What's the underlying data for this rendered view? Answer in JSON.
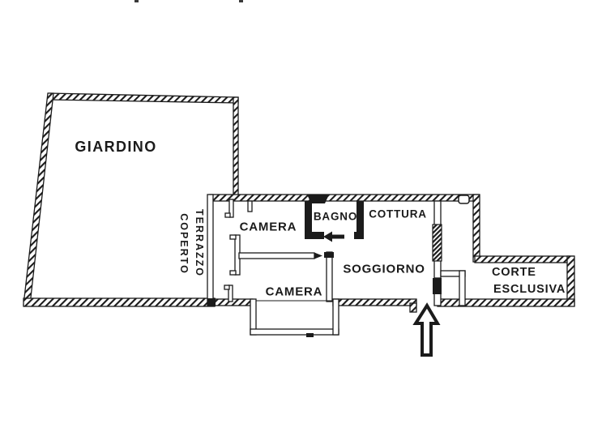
{
  "rooms": {
    "giardino": "GIARDINO",
    "terrazzo_coperto": {
      "line1": "TERRAZZO",
      "line2": "COPERTO"
    },
    "camera_1": "CAMERA",
    "bagno": "BAGNO",
    "cottura": "COTTURA",
    "soggiorno": "SOGGIORNO",
    "camera_2": "CAMERA",
    "corte_esclusiva": {
      "line1": "CORTE",
      "line2": "ESCLUSIVA"
    }
  },
  "icons": {
    "entrance_arrow": "arrow-up-entrance",
    "bagno_door_arrow": "arrow-left-door"
  },
  "colors": {
    "ink": "#1b1b1b",
    "paper": "#ffffff"
  }
}
